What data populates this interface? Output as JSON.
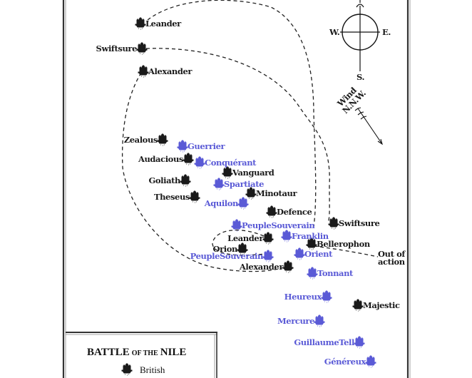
{
  "title": {
    "main1": "BATTLE",
    "of_the": "OF THE",
    "main2": "NILE"
  },
  "legend": {
    "british_label": "British"
  },
  "compass": {
    "west": "W.",
    "east": "E.",
    "south": "S."
  },
  "wind": {
    "label": "Wind",
    "direction": "N.N.W."
  },
  "out_of_action": {
    "line1": "Out of",
    "line2": "action"
  },
  "colors": {
    "british": "#1a1a1a",
    "french": "#5a5ad6",
    "border": "#333333"
  },
  "ships": {
    "british": [
      {
        "name": "Leander",
        "side": "right"
      },
      {
        "name": "Swiftsure",
        "side": "left"
      },
      {
        "name": "Alexander",
        "side": "right"
      },
      {
        "name": "Zealous",
        "side": "left"
      },
      {
        "name": "Audacious",
        "side": "left"
      },
      {
        "name": "Vanguard",
        "side": "right"
      },
      {
        "name": "Goliath",
        "side": "left"
      },
      {
        "name": "Theseus",
        "side": "left"
      },
      {
        "name": "Minotaur",
        "side": "right"
      },
      {
        "name": "Defence",
        "side": "right"
      },
      {
        "name": "Swiftsure",
        "side": "right"
      },
      {
        "name": "Leander",
        "side": "left"
      },
      {
        "name": "Orion",
        "side": "left"
      },
      {
        "name": "Bellerophon",
        "side": "right"
      },
      {
        "name": "Alexander",
        "side": "left"
      },
      {
        "name": "Majestic",
        "side": "right"
      }
    ],
    "french": [
      {
        "name": "Guerrier",
        "side": "right"
      },
      {
        "name": "Conquérant",
        "side": "right"
      },
      {
        "name": "Spartiate",
        "side": "right"
      },
      {
        "name": "Aquilon",
        "side": "left"
      },
      {
        "name": "PeupleSouverain",
        "side": "right"
      },
      {
        "name": "Franklin",
        "side": "right"
      },
      {
        "name": "PeupleSouverain",
        "side": "left"
      },
      {
        "name": "Orient",
        "side": "right"
      },
      {
        "name": "Tonnant",
        "side": "right"
      },
      {
        "name": "Heureux",
        "side": "left"
      },
      {
        "name": "Mercure",
        "side": "left"
      },
      {
        "name": "GuillaumeTell",
        "side": "left"
      },
      {
        "name": "Généreux",
        "side": "left"
      }
    ]
  }
}
